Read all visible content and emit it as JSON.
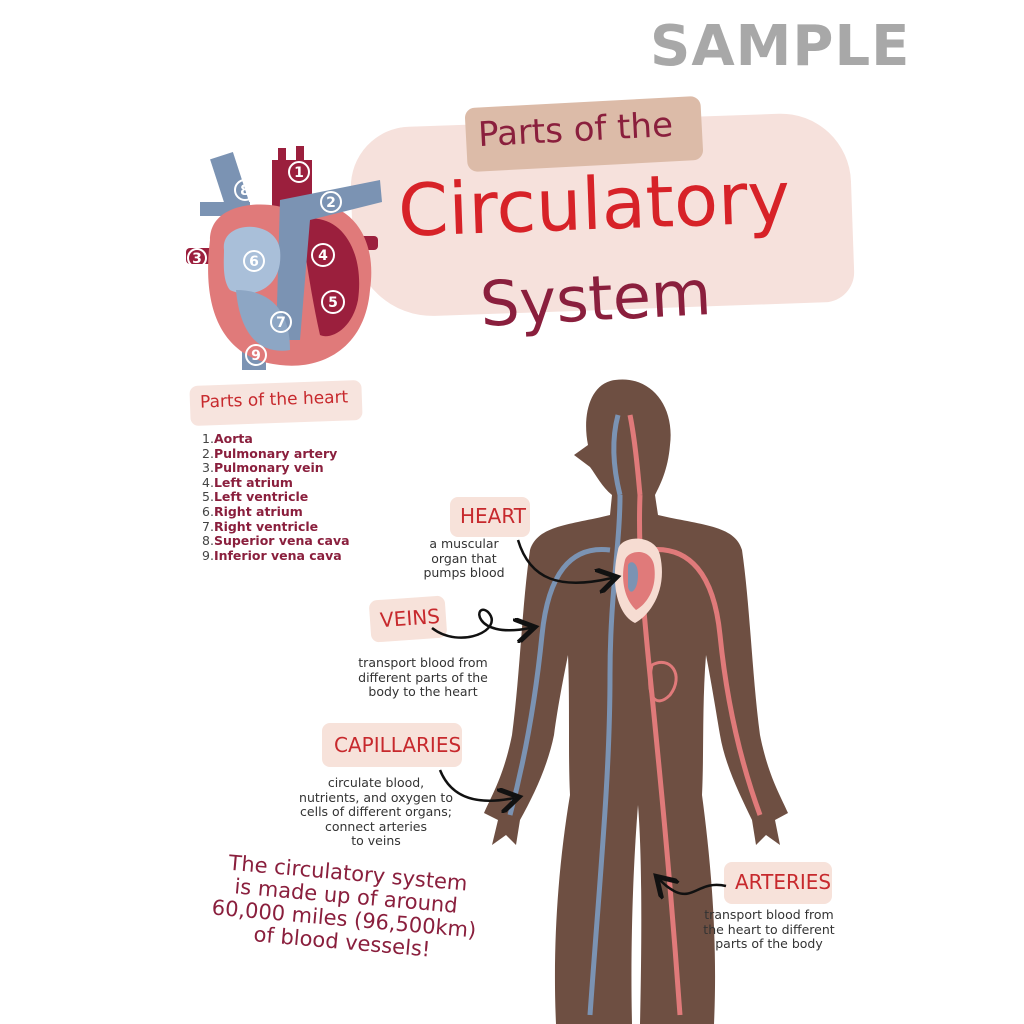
{
  "watermark": "SAMPLE",
  "title": {
    "line1": "Parts of the",
    "line2": "Circulatory",
    "line3": "System"
  },
  "heart_diagram": {
    "numbers": [
      "1",
      "2",
      "3",
      "4",
      "5",
      "6",
      "7",
      "8",
      "9"
    ],
    "section_label": "Parts of the heart",
    "parts": [
      {
        "num": "1.",
        "name": "Aorta"
      },
      {
        "num": "2.",
        "name": "Pulmonary artery"
      },
      {
        "num": "3.",
        "name": "Pulmonary vein"
      },
      {
        "num": "4.",
        "name": "Left atrium"
      },
      {
        "num": "5.",
        "name": "Left ventricle"
      },
      {
        "num": "6.",
        "name": "Right atrium"
      },
      {
        "num": "7.",
        "name": "Right ventricle"
      },
      {
        "num": "8.",
        "name": "Superior vena cava"
      },
      {
        "num": "9.",
        "name": "Inferior vena cava"
      }
    ]
  },
  "labels": {
    "heart": {
      "title": "HEART",
      "desc": [
        "a muscular",
        "organ that",
        "pumps blood"
      ]
    },
    "veins": {
      "title": "VEINS",
      "desc": [
        "transport blood from",
        "different parts of the",
        "body to the heart"
      ]
    },
    "capillaries": {
      "title": "CAPILLARIES",
      "desc": [
        "circulate blood,",
        "nutrients, and oxygen to",
        "cells of different organs;",
        "connect arteries",
        "to veins"
      ]
    },
    "arteries": {
      "title": "ARTERIES",
      "desc": [
        "transport blood from",
        "the heart to different",
        "parts of the body"
      ]
    }
  },
  "fact": [
    "The circulatory system",
    "is made up of around",
    "60,000 miles (96,500km)",
    "of blood vessels!"
  ],
  "colors": {
    "dark_red": "#8a1f3d",
    "red": "#d72228",
    "vein_blue": "#7b93b3",
    "artery_red": "#e07a7a",
    "body_brown": "#6e4f42",
    "pink_bg": "#f6e1dc"
  }
}
